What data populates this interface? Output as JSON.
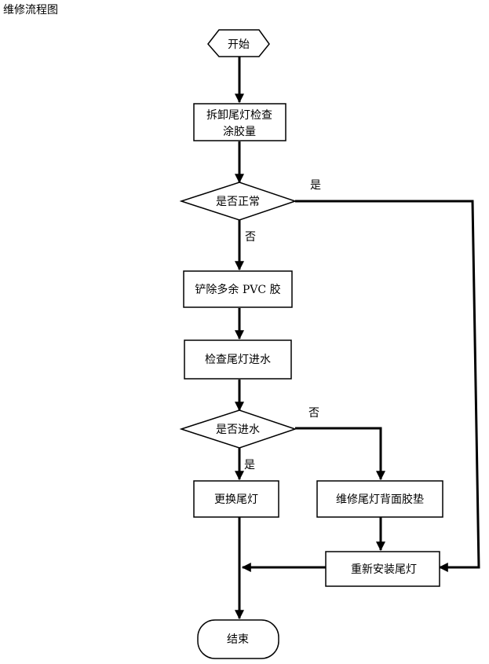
{
  "title": "维修流程图",
  "nodes": {
    "start": "开始",
    "inspect": [
      "拆卸尾灯检查",
      "涂胶量"
    ],
    "decision_normal": "是否正常",
    "remove_pvc": "铲除多余 PVC 胶",
    "check_water": "检查尾灯进水",
    "decision_water": "是否进水",
    "replace": "更换尾灯",
    "repair_gasket": "维修尾灯背面胶垫",
    "reinstall": "重新安装尾灯",
    "end": "结束"
  },
  "edge_labels": {
    "normal_yes": "是",
    "normal_no": "否",
    "water_no": "否",
    "water_yes": "是"
  }
}
